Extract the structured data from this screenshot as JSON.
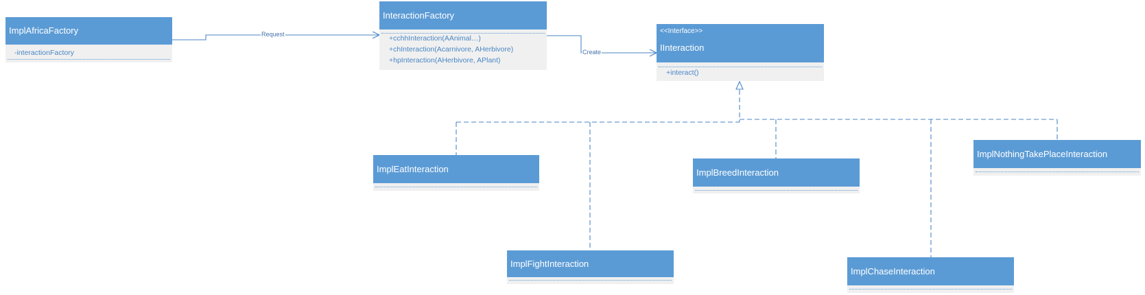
{
  "colors": {
    "header_fill": "#5b9bd5",
    "body_fill": "#f0f0f0",
    "connector": "#4a86c5",
    "member_text": "#4a86c5"
  },
  "classes": {
    "impl_africa_factory": {
      "name": "ImplAfricaFactory",
      "members": [
        "-interactionFactory"
      ]
    },
    "interaction_factory": {
      "name": "InteractionFactory",
      "members": [
        "+cchhInteraction(AAnimal…)",
        "+chInteraction(Acarnivore, AHerbivore)",
        "+hpInteraction(AHerbivore, APlant)"
      ]
    },
    "iinteraction": {
      "stereotype": "<<Interface>>",
      "name": "IInteraction",
      "members": [
        "+interact()"
      ]
    },
    "impl_eat_interaction": {
      "name": "ImplEatInteraction"
    },
    "impl_fight_interaction": {
      "name": "ImplFightInteraction"
    },
    "impl_breed_interaction": {
      "name": "ImplBreedInteraction"
    },
    "impl_chase_interaction": {
      "name": "ImplChaseInteraction"
    },
    "impl_nothing_take_place_interaction": {
      "name": "ImplNothingTakePlaceInteraction"
    }
  },
  "edges": {
    "request_label": "Request",
    "create_label": "Create"
  }
}
